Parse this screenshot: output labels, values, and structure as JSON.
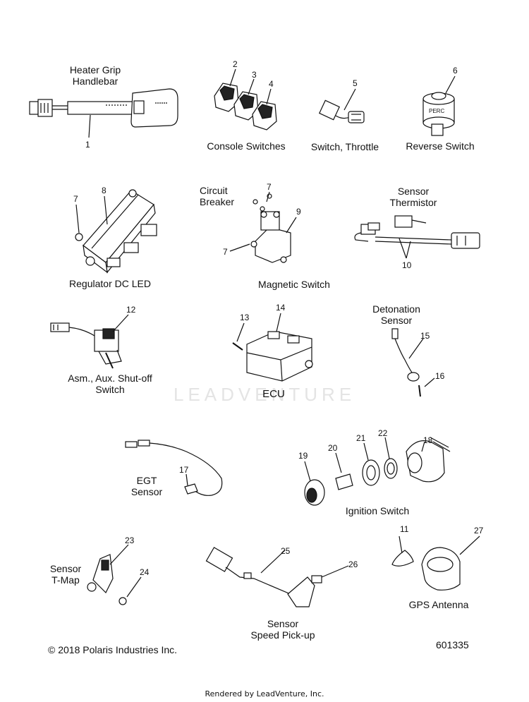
{
  "labels": {
    "heater_grip": "Heater Grip\nHandlebar",
    "console_switches": "Console Switches",
    "switch_throttle": "Switch, Throttle",
    "reverse_switch": "Reverse Switch",
    "circuit_breaker": "Circuit\nBreaker",
    "sensor_thermistor": "Sensor\nThermistor",
    "regulator": "Regulator DC LED",
    "magnetic_switch": "Magnetic Switch",
    "detonation_sensor": "Detonation\nSensor",
    "shutoff_switch": "Asm., Aux. Shut-off\nSwitch",
    "ecu": "ECU",
    "egt_sensor": "EGT\nSensor",
    "ignition_switch": "Ignition Switch",
    "sensor_tmap": "Sensor\nT-Map",
    "gps_antenna": "GPS Antenna",
    "speed_pickup": "Sensor\nSpeed Pick-up"
  },
  "callouts": {
    "n1": "1",
    "n2": "2",
    "n3": "3",
    "n4": "4",
    "n5": "5",
    "n6": "6",
    "n7a": "7",
    "n7b": "7",
    "n7c": "7",
    "n8": "8",
    "n9": "9",
    "n10": "10",
    "n11": "11",
    "n12": "12",
    "n13": "13",
    "n14": "14",
    "n15": "15",
    "n16": "16",
    "n17": "17",
    "n18": "18",
    "n19": "19",
    "n20": "20",
    "n21": "21",
    "n22": "22",
    "n23": "23",
    "n24": "24",
    "n25": "25",
    "n26": "26",
    "n27": "27"
  },
  "part_marking": "PERC",
  "watermark": "LEADVENTURE",
  "copyright": "© 2018 Polaris Industries Inc.",
  "doc_number": "601335",
  "rendered_by": "Rendered by LeadVenture, Inc."
}
